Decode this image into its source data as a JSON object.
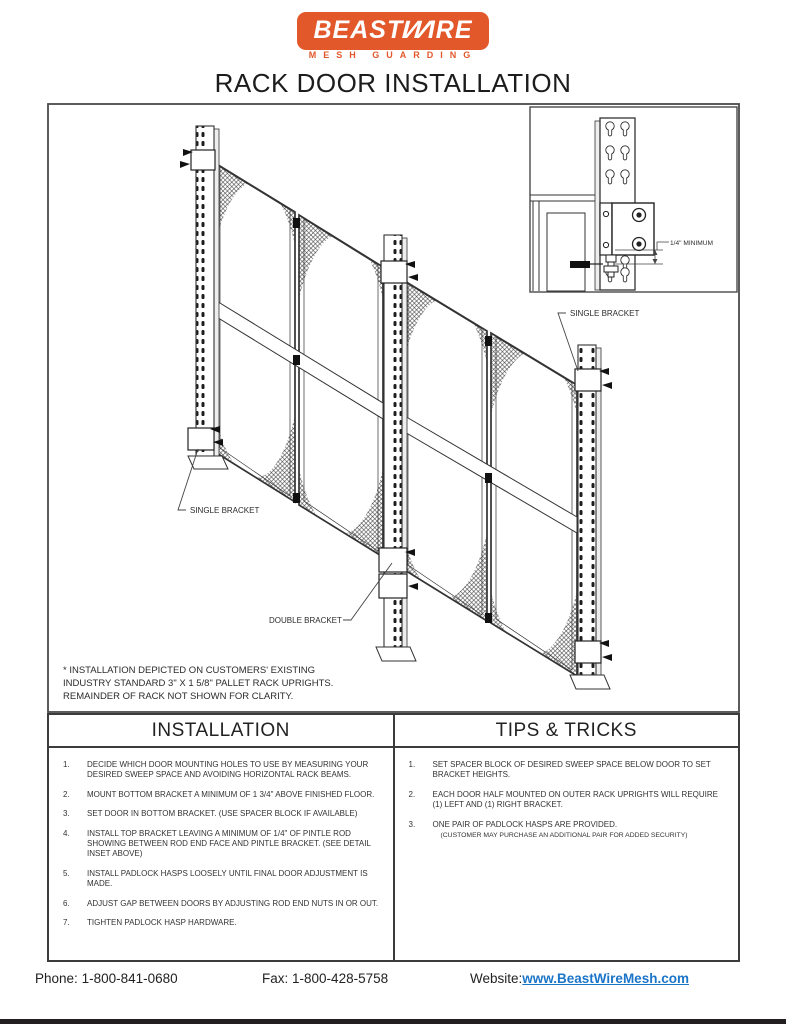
{
  "logo": {
    "brand_beast": "BEAST",
    "brand_w": "W",
    "brand_ire": "IRE",
    "tagline": "MESH GUARDING"
  },
  "title": "RACK DOOR INSTALLATION",
  "drawing": {
    "labels": {
      "single_bracket_top": "SINGLE BRACKET",
      "single_bracket_bottom": "SINGLE BRACKET",
      "double_bracket": "DOUBLE BRACKET",
      "inset_dimension": "1/4\" MINIMUM"
    },
    "note_lines": {
      "l1": "* INSTALLATION DEPICTED ON CUSTOMERS' EXISTING",
      "l2": "INDUSTRY STANDARD 3\" X 1 5/8\" PALLET RACK UPRIGHTS.",
      "l3": "REMAINDER OF RACK NOT SHOWN FOR CLARITY."
    }
  },
  "installation": {
    "header": "INSTALLATION",
    "steps": [
      {
        "num": "1.",
        "text": "DECIDE WHICH DOOR MOUNTING HOLES TO USE BY MEASURING YOUR DESIRED SWEEP SPACE AND AVOIDING HORIZONTAL RACK BEAMS."
      },
      {
        "num": "2.",
        "text": "MOUNT BOTTOM BRACKET A MINIMUM OF 1 3/4\" ABOVE FINISHED FLOOR."
      },
      {
        "num": "3.",
        "text": "SET DOOR IN BOTTOM BRACKET. (USE SPACER BLOCK IF AVAILABLE)"
      },
      {
        "num": "4.",
        "text": "INSTALL TOP BRACKET LEAVING A MINIMUM OF 1/4\" OF PINTLE ROD SHOWING BETWEEN ROD END FACE AND PINTLE BRACKET. (SEE DETAIL INSET ABOVE)"
      },
      {
        "num": "5.",
        "text": "INSTALL PADLOCK HASPS LOOSELY UNTIL FINAL DOOR ADJUSTMENT IS MADE."
      },
      {
        "num": "6.",
        "text": "ADJUST GAP BETWEEN DOORS BY ADJUSTING ROD END NUTS IN OR OUT."
      },
      {
        "num": "7.",
        "text": "TIGHTEN PADLOCK HASP HARDWARE."
      }
    ]
  },
  "tips": {
    "header": "TIPS & TRICKS",
    "steps": [
      {
        "num": "1.",
        "text": "SET SPACER BLOCK OF DESIRED SWEEP SPACE BELOW DOOR TO SET BRACKET HEIGHTS.",
        "sub": ""
      },
      {
        "num": "2.",
        "text": "EACH DOOR HALF MOUNTED ON OUTER RACK UPRIGHTS WILL REQUIRE    (1) LEFT AND (1) RIGHT BRACKET.",
        "sub": ""
      },
      {
        "num": "3.",
        "text": "ONE PAIR OF PADLOCK HASPS ARE PROVIDED.",
        "sub": "(CUSTOMER MAY PURCHASE AN ADDITIONAL PAIR FOR ADDED SECURITY)"
      }
    ]
  },
  "footer": {
    "phone_label": "Phone:",
    "phone": "1-800-841-0680",
    "fax_label": "Fax:",
    "fax": "1-800-428-5758",
    "website_label": "Website:",
    "website": "www.BeastWireMesh.com"
  },
  "colors": {
    "brand_orange": "#E2582A",
    "link_blue": "#1B75C8",
    "line_gray": "#4a4a4a",
    "footer_bar": "#231F20"
  }
}
